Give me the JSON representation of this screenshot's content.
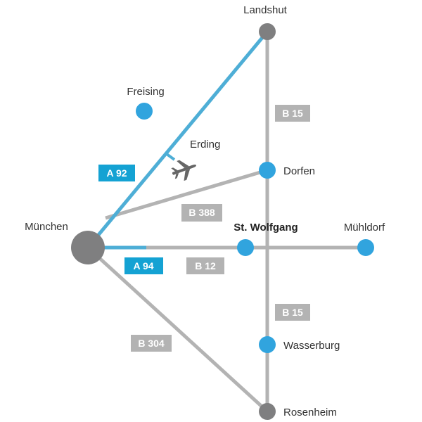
{
  "colors": {
    "autobahn": "#4eaed6",
    "bundesstrasse": "#b3b3b3",
    "city_major": "#7f7f80",
    "city_minor": "#31a4de",
    "autobahn_label_bg": "#14a2d3",
    "bundesstrasse_label_bg": "#b3b3b3",
    "airplane": "#666666"
  },
  "cities": {
    "landshut": "Landshut",
    "freising": "Freising",
    "erding": "Erding",
    "dorfen": "Dorfen",
    "muenchen": "München",
    "st_wolfgang": "St. Wolfgang",
    "muehldorf": "Mühldorf",
    "wasserburg": "Wasserburg",
    "rosenheim": "Rosenheim"
  },
  "roads": {
    "a92": "A 92",
    "a94": "A 94",
    "b15_north": "B 15",
    "b15_south": "B 15",
    "b388": "B 388",
    "b12": "B 12",
    "b304": "B 304"
  },
  "icons": {
    "airport": "airplane-icon"
  }
}
